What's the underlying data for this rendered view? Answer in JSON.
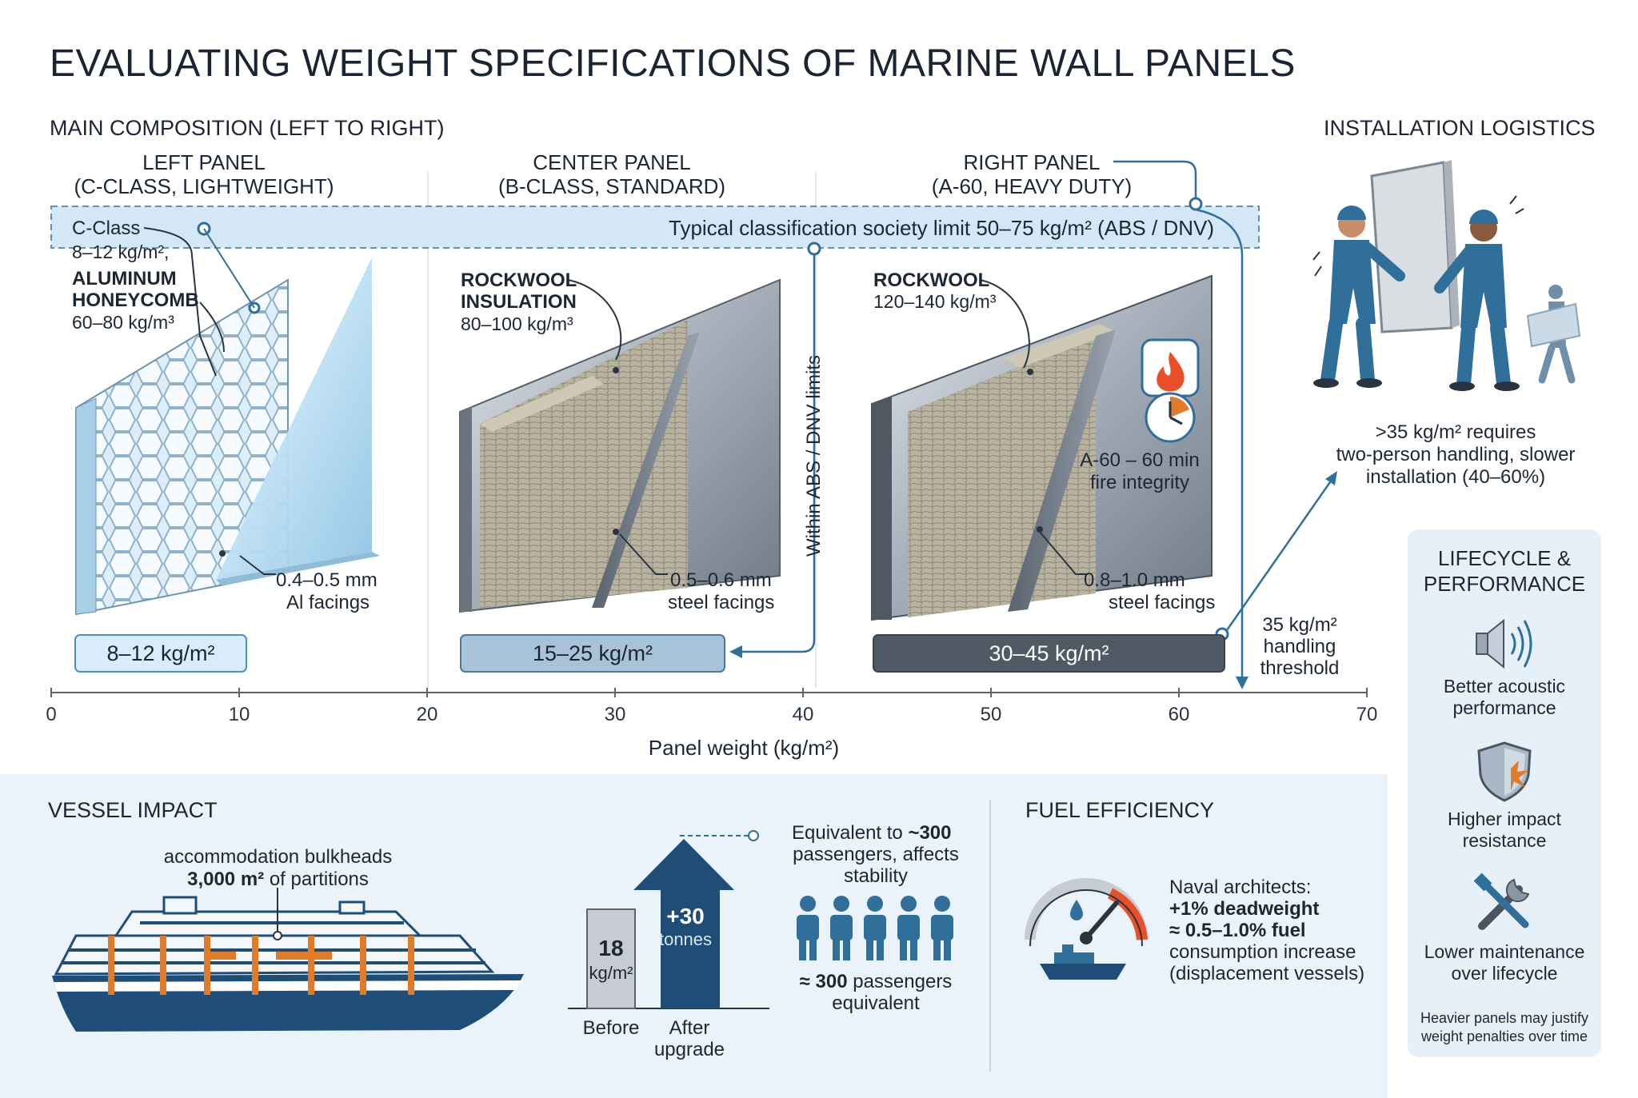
{
  "title": "EVALUATING WEIGHT SPECIFICATIONS OF MARINE WALL PANELS",
  "composition": {
    "heading": "MAIN COMPOSITION (LEFT TO RIGHT)",
    "limit_band": "Typical classification society limit 50–75 kg/m² (ABS / DNV)",
    "within_limits": "Within ABS / DNV limits",
    "handling_threshold": [
      "35 kg/m²",
      "handling",
      "threshold"
    ],
    "panels": [
      {
        "title": "LEFT PANEL",
        "subtitle": "(C-CLASS, LIGHTWEIGHT)",
        "class_label": "C-Class",
        "class_weight": "8–12 kg/m²,",
        "core_label": [
          "ALUMINUM",
          "HONEYCOMB"
        ],
        "core_density": "60–80 kg/m³",
        "facing_thickness": "0.4–0.5 mm",
        "facing_material": "Al facings",
        "weight_range": "8–12 kg/m²",
        "range": [
          8,
          12
        ]
      },
      {
        "title": "CENTER PANEL",
        "subtitle": "(B-CLASS, STANDARD)",
        "core_label": [
          "ROCKWOOL",
          "INSULATION"
        ],
        "core_density": "80–100 kg/m³",
        "facing_thickness": "0.5–0.6 mm",
        "facing_material": "steel facings",
        "weight_range": "15–25 kg/m²",
        "range": [
          15,
          25
        ]
      },
      {
        "title": "RIGHT PANEL",
        "subtitle": "(A-60, HEAVY DUTY)",
        "core_label": [
          "ROCKWOOL"
        ],
        "core_density": "120–140 kg/m³",
        "fire_rating": [
          "A-60 – 60 min",
          "fire integrity"
        ],
        "facing_thickness": "0.8–1.0 mm",
        "facing_material": "steel facings",
        "weight_range": "30–45 kg/m²",
        "range": [
          30,
          45
        ]
      }
    ],
    "axis": {
      "label": "Panel weight (kg/m²)",
      "ticks": [
        "0",
        "10",
        "20",
        "30",
        "40",
        "50",
        "60",
        "70"
      ],
      "limit_range": [
        50,
        75
      ],
      "threshold": 35
    }
  },
  "installation": {
    "heading": "INSTALLATION LOGISTICS",
    "note": [
      ">35 kg/m² requires",
      "two-person handling, slower",
      "installation (40–60%)"
    ]
  },
  "lifecycle": {
    "heading": [
      "LIFECYCLE &",
      "PERFORMANCE"
    ],
    "items": [
      {
        "icon": "speaker-icon",
        "lines": [
          "Better acoustic",
          "performance"
        ]
      },
      {
        "icon": "shield-icon",
        "lines": [
          "Higher impact",
          "resistance"
        ]
      },
      {
        "icon": "tools-icon",
        "lines": [
          "Lower maintenance",
          "over lifecycle"
        ]
      }
    ],
    "footnote": [
      "Heavier panels may justify",
      "weight penalties over time"
    ]
  },
  "vessel": {
    "heading": "VESSEL IMPACT",
    "ship_caption_1": "accommodation bulkheads",
    "ship_caption_2_bold": "3,000 m²",
    "ship_caption_2_rest": " of partitions",
    "before_value": "18",
    "before_unit": "kg/m²",
    "before_label": "Before",
    "after_value": "+30",
    "after_unit": "tonnes",
    "after_label": [
      "After",
      "upgrade"
    ],
    "equiv_prefix": "Equivalent to ",
    "equiv_bold": "~300",
    "equiv_rest": [
      "passengers, affects",
      "stability"
    ],
    "passenger_count": 5,
    "passengers_bold": "≈ 300",
    "passengers_rest": " passengers",
    "passengers_line2": "equivalent"
  },
  "fuel": {
    "heading": "FUEL EFFICIENCY",
    "line1": "Naval architects:",
    "line2": "+1% deadweight",
    "line3": "≈ 0.5–1.0% fuel",
    "line4": "consumption increase",
    "line5": "(displacement vessels)"
  },
  "colors": {
    "accent_blue": "#2f6f9a",
    "dark_navy": "#1e4d78",
    "orange": "#e07b2a",
    "fire_red": "#e8502a",
    "light_band": "#d4e7f4",
    "panel_dark": "#505a64"
  }
}
